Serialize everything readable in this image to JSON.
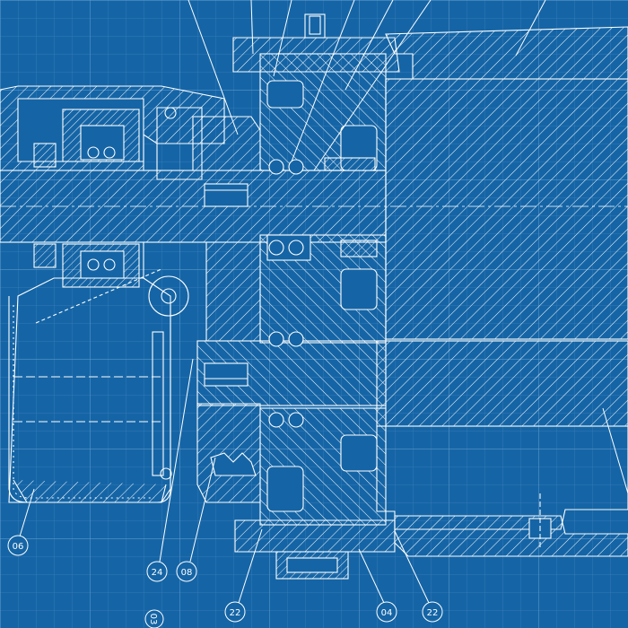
{
  "drawing": {
    "background": "#1565a6",
    "line_color": "#ffffff",
    "grid_color": "#5b95c7"
  },
  "callouts": [
    {
      "id": "callout-06",
      "label": "06"
    },
    {
      "id": "callout-24",
      "label": "24"
    },
    {
      "id": "callout-08",
      "label": "08"
    },
    {
      "id": "callout-22-left",
      "label": "22"
    },
    {
      "id": "callout-04",
      "label": "04"
    },
    {
      "id": "callout-22-right",
      "label": "22"
    },
    {
      "id": "callout-03",
      "label": "03"
    }
  ]
}
